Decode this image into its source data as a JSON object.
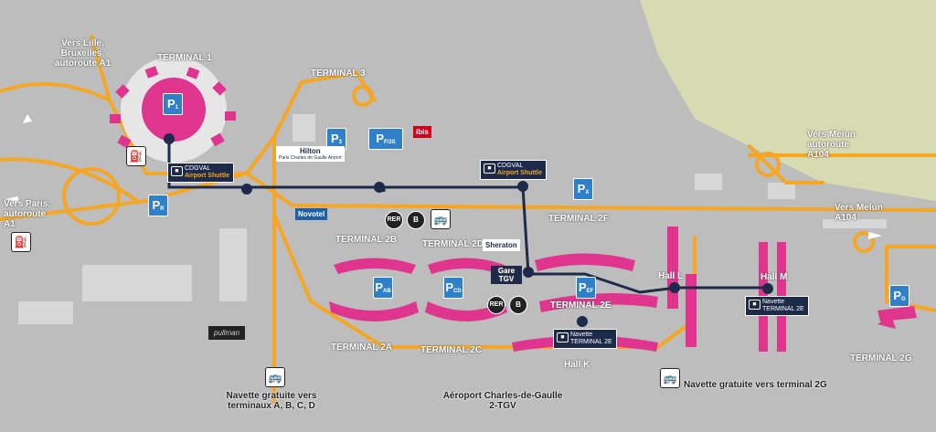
{
  "map": {
    "terminal_1": "TERMINAL 1",
    "terminal_3": "TERMINAL 3",
    "terminal_2a": "TERMINAL 2A",
    "terminal_2b": "TERMINAL 2B",
    "terminal_2c": "TERMINAL 2C",
    "terminal_2d": "TERMINAL 2D",
    "terminal_2e": "TERMINAL 2E",
    "terminal_2f": "TERMINAL 2F",
    "terminal_2g": "TERMINAL 2G",
    "hall_l": "Hall L",
    "hall_m": "Hall M",
    "hall_k": "Hall K",
    "gare_tgv": "Gare TGV",
    "vers_lille": "Vers Lille, Bruxelles, autoroute A1",
    "vers_paris": "Vers Paris, autoroute A1",
    "vers_melun_1": "Vers Melun autoroute A104",
    "vers_melun_2": "Vers Melun A104",
    "navette_abcd": "Navette gratuite vers terminaux A, B, C, D",
    "navette_2g": "Navette gratuite vers terminal 2G",
    "aeroport_tgv": "Aéroport Charles-de-Gaulle 2-TGV",
    "shuttle_title": "CDGVAL",
    "shuttle_sub": "Airport Shuttle",
    "navette_2e_title": "Navette",
    "navette_2e_sub": "TERMINAL 2E",
    "rer": "RER",
    "rer_b": "B",
    "parking": {
      "p1": "1",
      "pr": "R",
      "p3": "3",
      "pab": "AB",
      "pcd": "CD",
      "pef": "EF",
      "pg": "G",
      "px": "X",
      "pfs": "F/2S"
    },
    "hotels": {
      "hilton": "Hilton",
      "hilton_sub": "Paris Charles de Gaulle Airport",
      "ibis": "ibis",
      "novotel": "Novotel",
      "sheraton": "Sheraton",
      "pullman": "pullman"
    }
  }
}
